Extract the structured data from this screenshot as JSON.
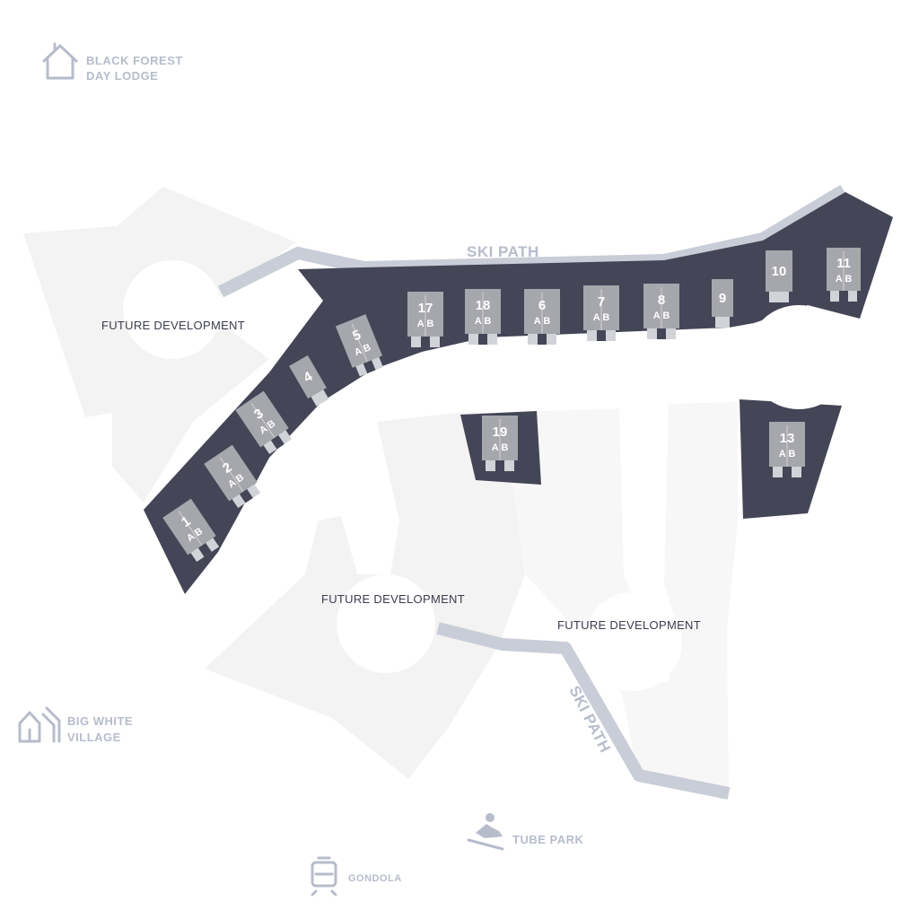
{
  "colors": {
    "development_area": "#444657",
    "future_area": "#f3f3f3",
    "future_area_alt": "#f7f7f7",
    "lot_building": "#a6a6ad",
    "lot_driveway": "#d2d3d8",
    "ski_path": "#c9cdd8",
    "amenity_label": "#b7bccb",
    "future_label": "#3a3d4d"
  },
  "ski_path_labels": [
    "SKI PATH",
    "SKI PATH"
  ],
  "future_labels": [
    "FUTURE DEVELOPMENT",
    "FUTURE DEVELOPMENT",
    "FUTURE DEVELOPMENT"
  ],
  "amenities": {
    "day_lodge": {
      "icon": "house-icon",
      "line1": "BLACK FOREST",
      "line2": "DAY LODGE"
    },
    "village": {
      "icon": "village-icon",
      "line1": "BIG WHITE",
      "line2": "VILLAGE"
    },
    "tube_park": {
      "icon": "tube-rider-icon",
      "label": "TUBE PARK"
    },
    "gondola": {
      "icon": "gondola-icon",
      "label": "GONDOLA"
    }
  },
  "lots": [
    {
      "num": "1",
      "ab": "A B"
    },
    {
      "num": "2",
      "ab": "A B"
    },
    {
      "num": "3",
      "ab": "A B"
    },
    {
      "num": "4",
      "ab": ""
    },
    {
      "num": "5",
      "ab": "A B"
    },
    {
      "num": "17",
      "ab": "A B"
    },
    {
      "num": "18",
      "ab": "A B"
    },
    {
      "num": "6",
      "ab": "A B"
    },
    {
      "num": "7",
      "ab": "A B"
    },
    {
      "num": "8",
      "ab": "A B"
    },
    {
      "num": "9",
      "ab": ""
    },
    {
      "num": "10",
      "ab": ""
    },
    {
      "num": "11",
      "ab": "A B"
    },
    {
      "num": "19",
      "ab": "A B"
    },
    {
      "num": "13",
      "ab": "A B"
    }
  ]
}
